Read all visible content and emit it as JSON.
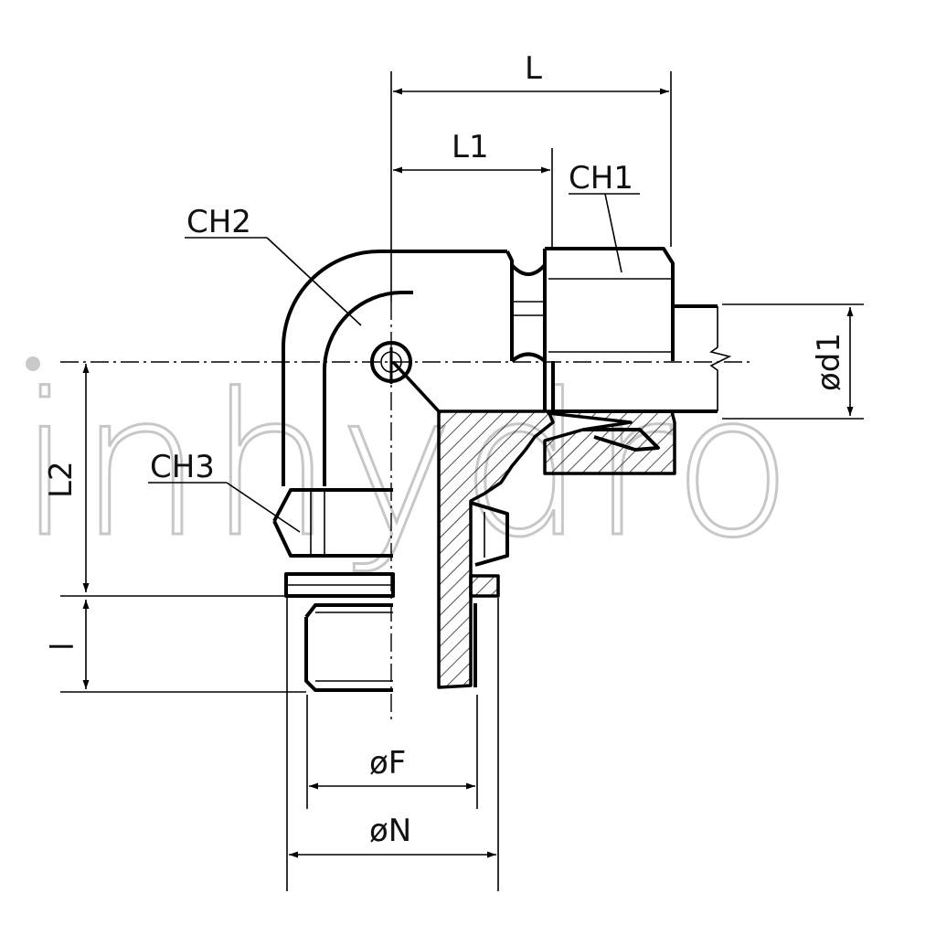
{
  "watermark": "inhydro",
  "dimensions": {
    "L": "L",
    "L1": "L1",
    "L2": "L2",
    "l": "l",
    "d1": "ød1",
    "F": "øF",
    "N": "øN"
  },
  "callouts": {
    "CH1": "CH1",
    "CH2": "CH2",
    "CH3": "CH3"
  }
}
